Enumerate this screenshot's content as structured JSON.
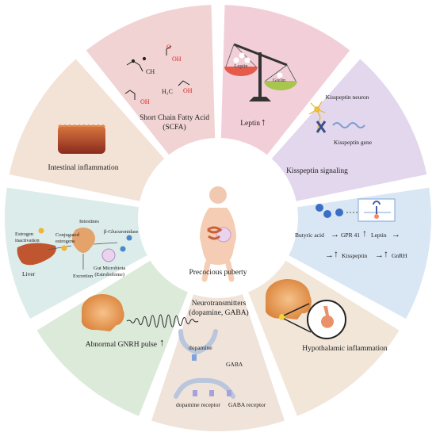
{
  "center": {
    "label": "Precocious puberty"
  },
  "segments": {
    "scfa": {
      "label_line1": "Short Chain Fatty Acid",
      "label_line2": "(SCFA)",
      "color": "#f1d3d3"
    },
    "leptin": {
      "label": "Leptin",
      "scale_left": "Leptin",
      "scale_right": "Grelin",
      "color": "#f2cfd8"
    },
    "kisspeptin": {
      "label": "Kisspeptin signaling",
      "neuron": "Kisspeptin neuron",
      "gene": "Kisspeptin gene",
      "color": "#e2d7ec"
    },
    "butyric": {
      "butyric": "Butyric acid",
      "gpr": "GPR 41",
      "leptin": "Leptin",
      "kisspeptin": "Kisspeptin",
      "gnrh": "GnRH",
      "color": "#d9e6f4"
    },
    "hypothalamic": {
      "label": "Hypothalamic inflammation",
      "color": "#f2e6d8"
    },
    "neuro": {
      "title_line1": "Neurotransmitters",
      "title_line2": "(dopamine, GABA)",
      "dopamine": "dopamine",
      "gaba": "GABA",
      "dopamine_receptor": "dopamine receptor",
      "gaba_receptor": "GABA receptor",
      "color": "#efe3da"
    },
    "gnrh_pulse": {
      "label": "Abnormal GNRH pulse",
      "color": "#dceada"
    },
    "liver": {
      "estrogen_inactivation_1": "Estrogen",
      "estrogen_inactivation_2": "inactivation",
      "liver": "Liver",
      "intestines": "Intestines",
      "conjugated_1": "Conjugated",
      "conjugated_2": "estrogens",
      "glucuronidase": "β-Glucuronidase",
      "excretion": "Excretion",
      "microbiota_1": "Gut Microbiota",
      "microbiota_2": "(Estrobolome)",
      "color": "#dcecea"
    },
    "inflammation": {
      "label": "Intestinal inflammation",
      "color": "#f3e2d6"
    }
  },
  "arrow_glyph": "↑",
  "right_glyph": "→"
}
